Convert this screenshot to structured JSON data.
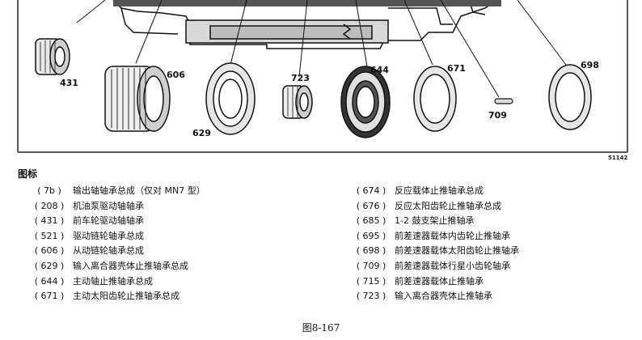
{
  "diagram": {
    "callouts": [
      "431",
      "606",
      "629",
      "723",
      "644",
      "671",
      "709",
      "698"
    ],
    "figure_code": "51142"
  },
  "legend": {
    "title": "图标",
    "left": [
      {
        "code": "( 7b )",
        "desc": "输出轴轴承总成（仅对 MN7 型）"
      },
      {
        "code": "( 208 )",
        "desc": "机油泵驱动轴轴承"
      },
      {
        "code": "( 431 )",
        "desc": "前车轮驱动轴轴承"
      },
      {
        "code": "( 521 )",
        "desc": "驱动链轮轴承总成"
      },
      {
        "code": "( 606 )",
        "desc": "从动链轮轴承总成"
      },
      {
        "code": "( 629 )",
        "desc": "输入离合器壳体止推轴承总成"
      },
      {
        "code": "( 644 )",
        "desc": "主动轴止推轴承总成"
      },
      {
        "code": "( 671 )",
        "desc": "主动太阳齿轮止推轴承总成"
      }
    ],
    "right": [
      {
        "code": "( 674 )",
        "desc": "反应载体止推轴承总成"
      },
      {
        "code": "( 676 )",
        "desc": "反应太阳齿轮止推轴承总成"
      },
      {
        "code": "( 685 )",
        "desc": "1-2 鼓支架止推轴承"
      },
      {
        "code": "( 695 )",
        "desc": "前差速器载体内齿轮止推轴承"
      },
      {
        "code": "( 698 )",
        "desc": "前差速器载体太阳齿轮止推轴承"
      },
      {
        "code": "( 709 )",
        "desc": "前差速器载体行星小齿轮轴承"
      },
      {
        "code": "( 715 )",
        "desc": "前差速器载体止推轴承"
      },
      {
        "code": "( 723 )",
        "desc": "输入离合器壳体止推轴承"
      }
    ]
  },
  "caption": "图8-167"
}
